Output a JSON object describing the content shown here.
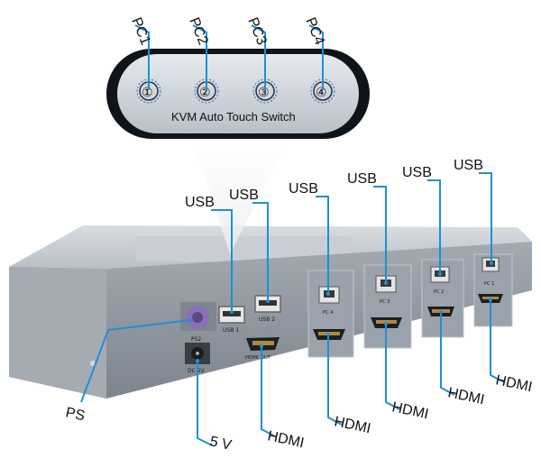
{
  "figure": {
    "panel_title": "KVM Auto Touch Switch",
    "touch_buttons": [
      {
        "label": "PC1",
        "glyph": "①"
      },
      {
        "label": "PC2",
        "glyph": "②"
      },
      {
        "label": "PC3",
        "glyph": "③"
      },
      {
        "label": "PC4",
        "glyph": "④"
      }
    ],
    "port_print": {
      "ps2": "PS2",
      "dc": "DC 5V",
      "usb1": "USB 1",
      "usb2": "USB 2",
      "hdmi_out": "HDMI OUT",
      "pc4": "PC 4",
      "pc3": "PC 3",
      "pc2": "PC 2",
      "pc1": "PC 1"
    },
    "callouts": {
      "usb_a1": "USB",
      "usb_a2": "USB",
      "usb_pc4": "USB",
      "usb_pc3": "USB",
      "usb_pc2": "USB",
      "usb_pc1": "USB",
      "ps": "PS",
      "power": "5 V",
      "hdmi_out": "HDMI",
      "hdmi_pc4": "HDMI",
      "hdmi_pc3": "HDMI",
      "hdmi_pc2": "HDMI",
      "hdmi_pc1": "HDMI"
    },
    "colors": {
      "callout_line": "#1f8fd6",
      "chassis": "#8f979f",
      "panel_dark": "#0f141b",
      "panel_ring": "#1a73c7"
    }
  }
}
